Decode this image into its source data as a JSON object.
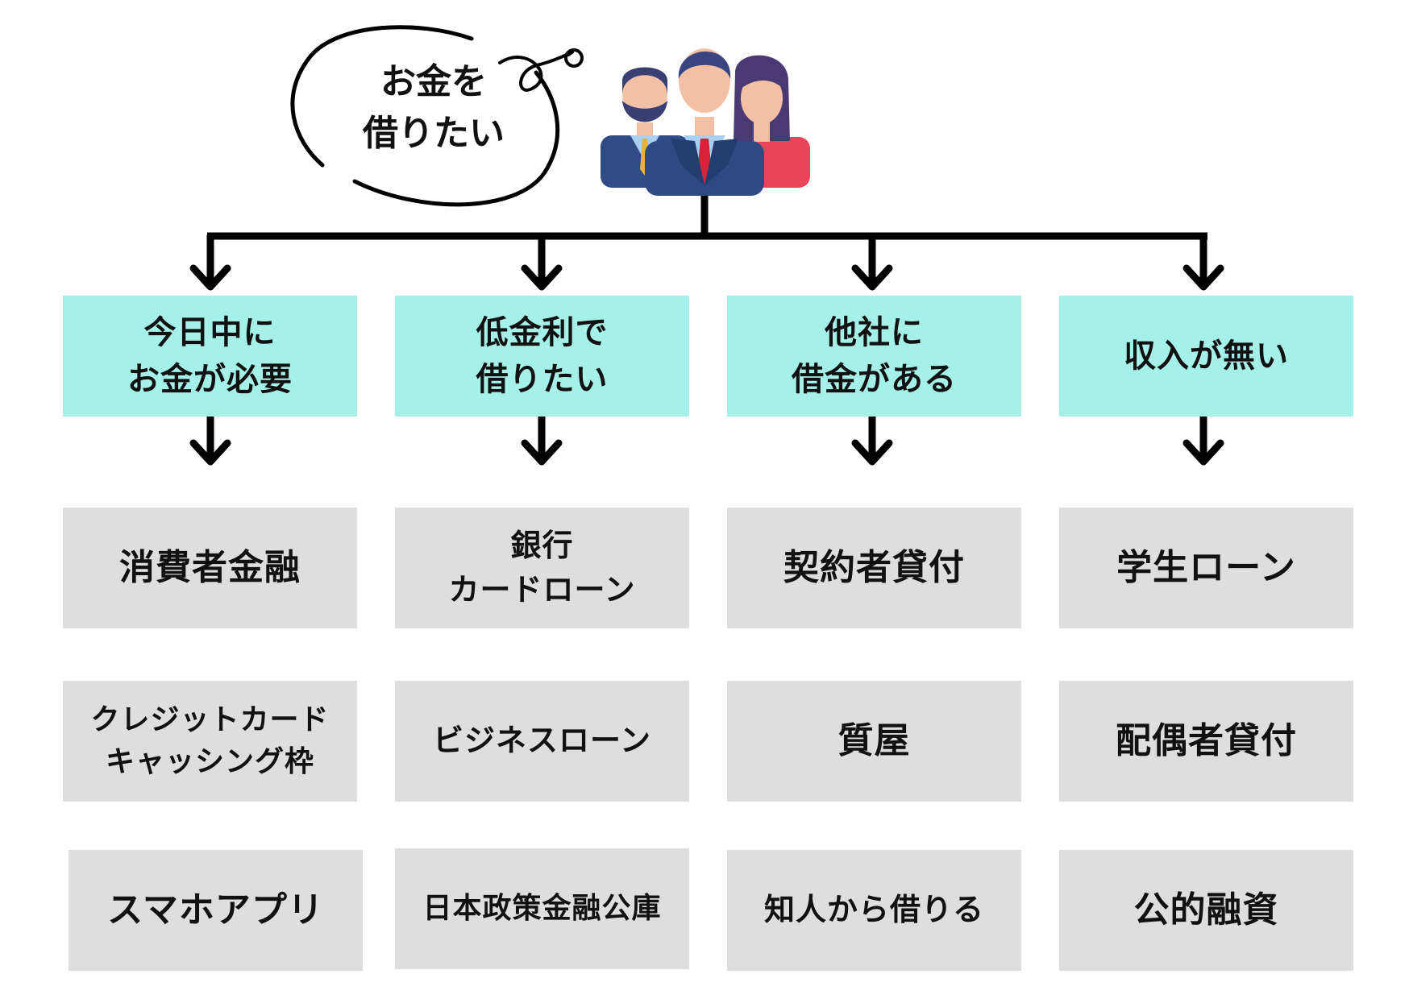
{
  "bubble": {
    "text": "お金を\n借りたい"
  },
  "people_icon": "three-business-people-icon",
  "colors": {
    "category_bg": "#a5f0e8",
    "option_bg": "#dedede",
    "line": "#000000"
  },
  "columns": [
    {
      "category": "今日中に\nお金が必要",
      "options": [
        "消費者金融",
        "クレジットカード\nキャッシング枠",
        "スマホアプリ"
      ]
    },
    {
      "category": "低金利で\n借りたい",
      "options": [
        "銀行\nカードローン",
        "ビジネスローン",
        "日本政策金融公庫"
      ]
    },
    {
      "category": "他社に\n借金がある",
      "options": [
        "契約者貸付",
        "質屋",
        "知人から借りる"
      ]
    },
    {
      "category": "収入が無い",
      "options": [
        "学生ローン",
        "配偶者貸付",
        "公的融資"
      ]
    }
  ]
}
